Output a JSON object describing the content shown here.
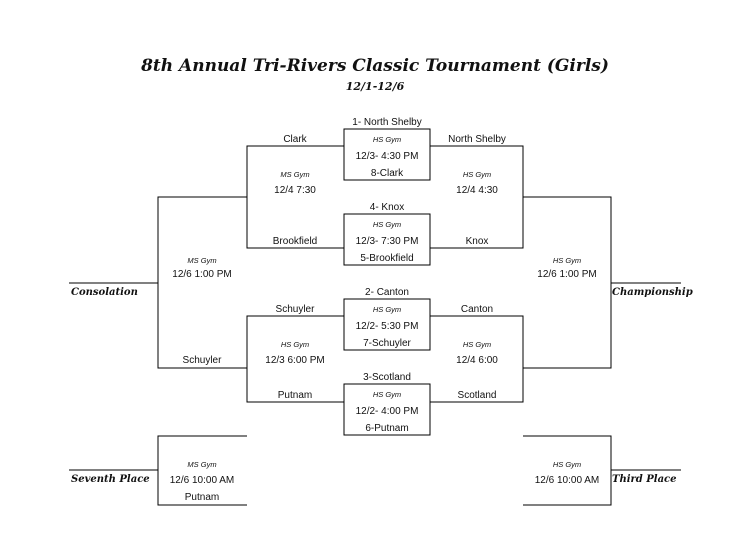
{
  "title": "8th Annual Tri-Rivers Classic Tournament (Girls)",
  "dates": "12/1-12/6",
  "quarterfinals": [
    {
      "top_seed": "1- North Shelby",
      "gym": "HS Gym",
      "time": "12/3- 4:30 PM",
      "bottom_seed": "8-Clark"
    },
    {
      "top_seed": "4- Knox",
      "gym": "HS Gym",
      "time": "12/3- 7:30 PM",
      "bottom_seed": "5-Brookfield"
    },
    {
      "top_seed": "2- Canton",
      "gym": "HS Gym",
      "time": "12/2- 5:30 PM",
      "bottom_seed": "7-Schuyler"
    },
    {
      "top_seed": "3-Scotland",
      "gym": "HS Gym",
      "time": "12/2- 4:00 PM",
      "bottom_seed": "6-Putnam"
    }
  ],
  "consolation_semis": [
    {
      "team_top": "Clark",
      "gym": "MS Gym",
      "time": "12/4 7:30",
      "team_bottom": "Brookfield"
    },
    {
      "team_top": "Schuyler",
      "gym": "HS Gym",
      "time": "12/3 6:00 PM",
      "team_bottom": "Putnam"
    }
  ],
  "winner_semis": [
    {
      "team_top": "North Shelby",
      "gym": "HS Gym",
      "time": "12/4 4:30",
      "team_bottom": "Knox"
    },
    {
      "team_top": "Canton",
      "gym": "HS Gym",
      "time": "12/4 6:00",
      "team_bottom": "Scotland"
    }
  ],
  "consolation_final": {
    "label": "Consolation",
    "gym": "MS Gym",
    "time": "12/6 1:00 PM",
    "team_bottom": "Schuyler"
  },
  "championship": {
    "label": "Championship",
    "gym": "HS Gym",
    "time": "12/6 1:00 PM"
  },
  "seventh_place": {
    "label": "Seventh Place",
    "gym": "MS Gym",
    "time": "12/6 10:00 AM",
    "team_bottom": "Putnam"
  },
  "third_place": {
    "label": "Third Place",
    "gym": "HS Gym",
    "time": "12/6 10:00 AM"
  }
}
